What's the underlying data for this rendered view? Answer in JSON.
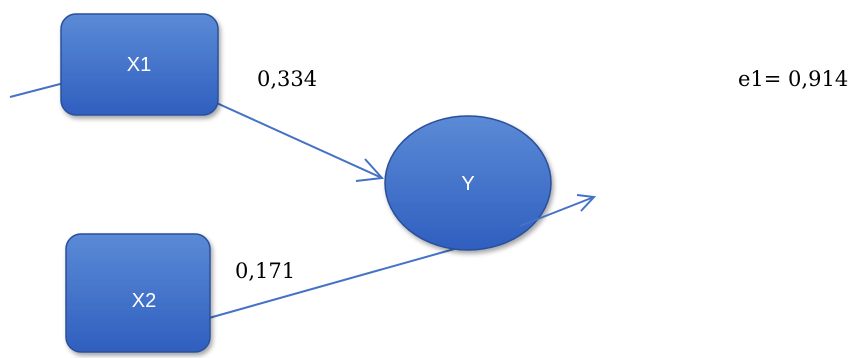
{
  "nodes": {
    "x1": {
      "label": "X1"
    },
    "x2": {
      "label": "X2"
    },
    "y": {
      "label": "Y"
    }
  },
  "coefficients": {
    "x1_to_y": "0,334",
    "x2_to_y": "0,171",
    "error": "e1= 0,914"
  },
  "colors": {
    "node_fill_top": "#5b8ad6",
    "node_fill_bottom": "#2f5fbf",
    "node_stroke": "#2c4f9a",
    "arrow": "#4472c4",
    "node_text": "#ffffff",
    "label_text": "#000000"
  }
}
